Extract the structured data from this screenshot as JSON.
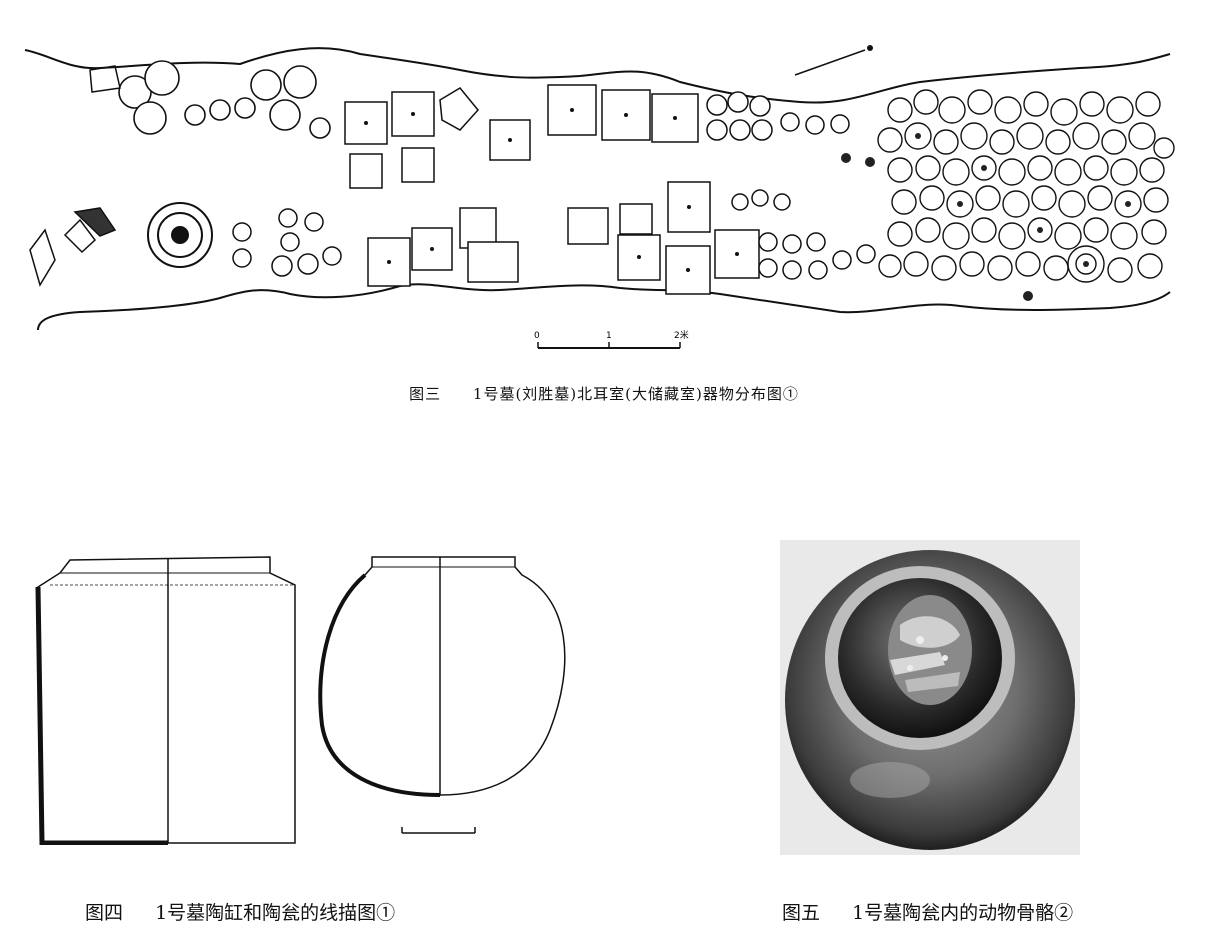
{
  "figure3": {
    "scale_labels": [
      "0",
      "1",
      "2米"
    ],
    "caption": {
      "figure_no": "图三",
      "title": "1号墓(刘胜墓)北耳室(大储藏室)器物分布图①"
    }
  },
  "figure4": {
    "caption": {
      "figure_no": "图四",
      "title": "1号墓陶缸和陶瓮的线描图①"
    }
  },
  "figure5": {
    "caption": {
      "figure_no": "图五",
      "title": "1号墓陶瓮内的动物骨骼②"
    }
  }
}
